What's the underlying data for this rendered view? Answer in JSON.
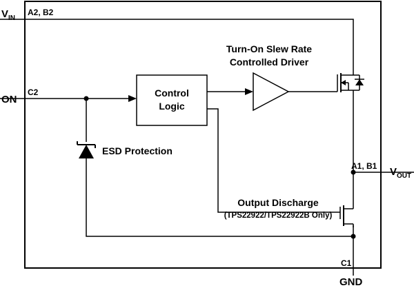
{
  "terminals": {
    "vin_main": "V",
    "vin_sub": "IN",
    "on": "ON",
    "vout_main": "V",
    "vout_sub": "OUT",
    "gnd": "GND"
  },
  "pins": {
    "vin": "A2, B2",
    "on": "C2",
    "vout": "A1, B1",
    "gnd": "C1"
  },
  "blocks": {
    "control_line1": "Control",
    "control_line2": "Logic",
    "driver_line1": "Turn-On Slew Rate",
    "driver_line2": "Controlled Driver",
    "esd": "ESD Protection",
    "discharge_line1": "Output Discharge",
    "discharge_line2": "(TPS22922/TPS22922B Only)"
  }
}
